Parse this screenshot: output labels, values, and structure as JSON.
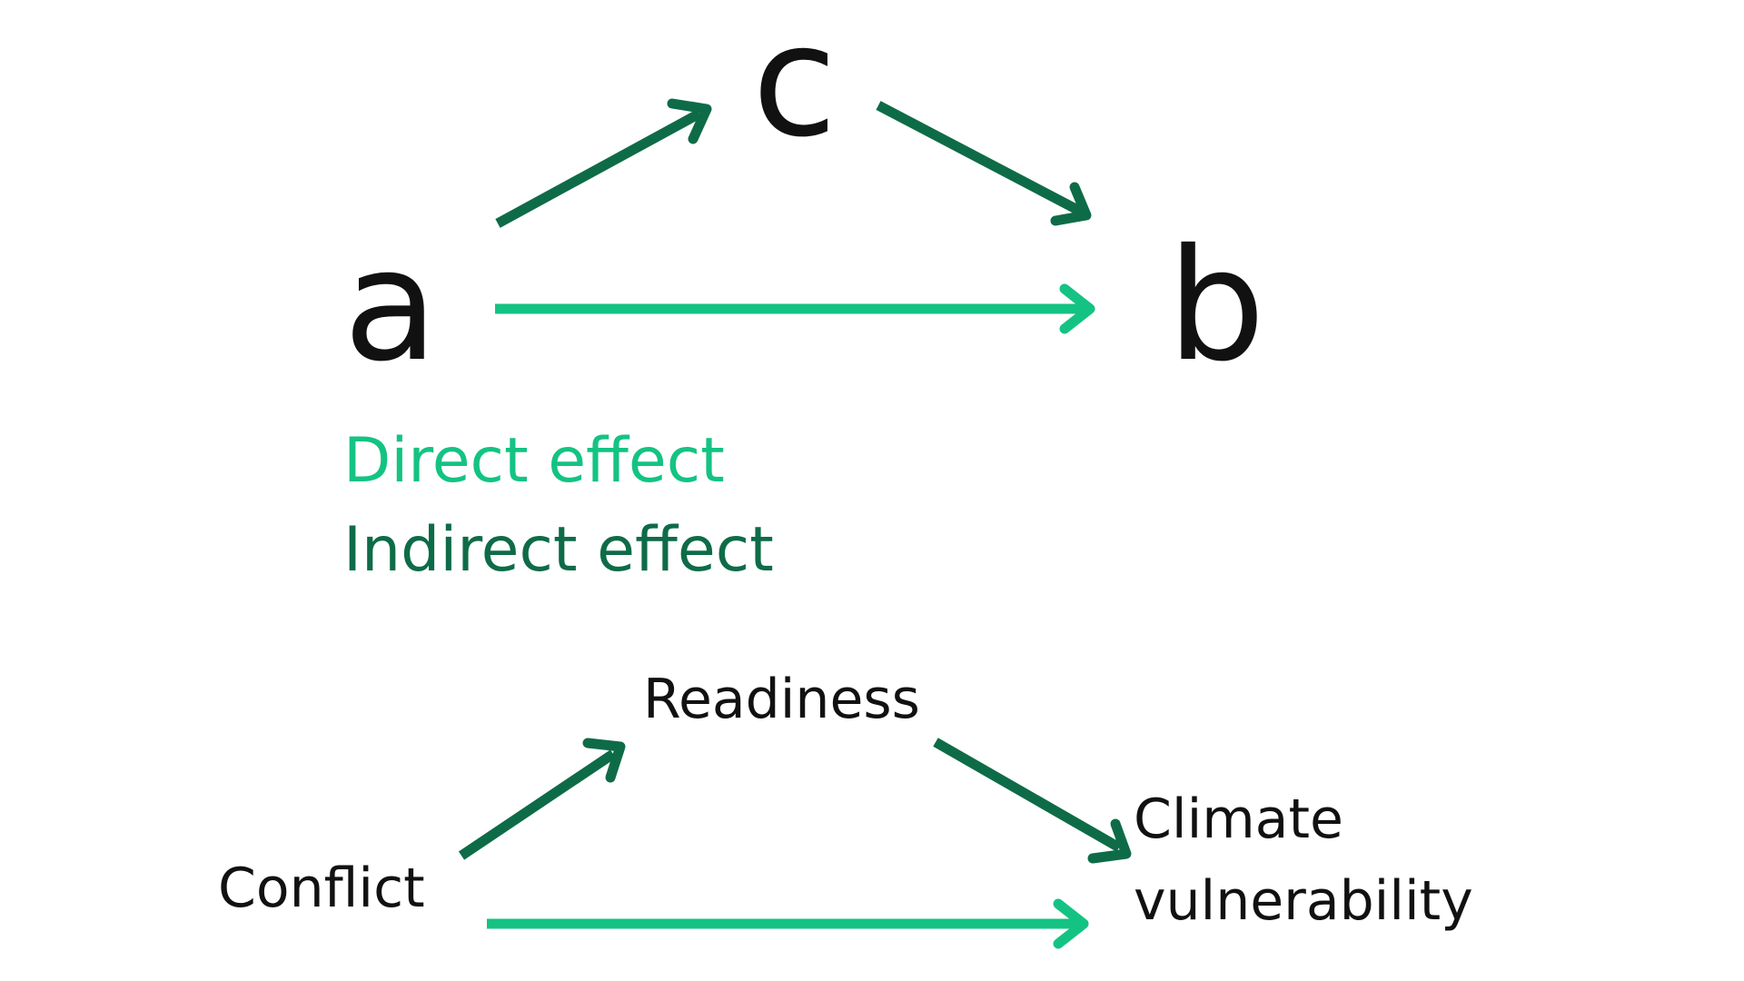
{
  "colors": {
    "direct": "#14c383",
    "indirect": "#0e6b48",
    "text": "#111111",
    "background": "#ffffff"
  },
  "top_diagram": {
    "nodes": {
      "a": "a",
      "b": "b",
      "c": "c"
    },
    "legend": {
      "direct": "Direct effect",
      "indirect": "Indirect effect"
    }
  },
  "bottom_diagram": {
    "nodes": {
      "conflict": "Conflict",
      "readiness": "Readiness",
      "climate_line1": "Climate",
      "climate_line2": "vulnerability"
    }
  }
}
